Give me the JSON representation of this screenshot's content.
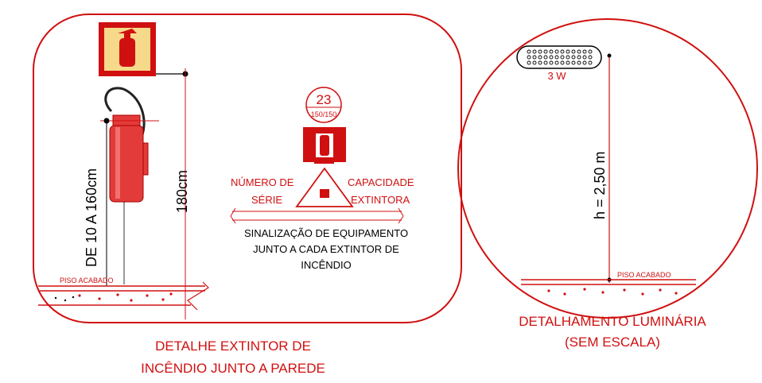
{
  "left_detail": {
    "sign_label_vertical": "DE 10 A 160cm",
    "height_label": "180cm",
    "floor_label": "PISO ACABADO",
    "badge_number": "23",
    "badge_sub": "150/150",
    "numero_label_1": "NÚMERO DE",
    "numero_label_2": "SÉRIE",
    "capacidade_label_1": "CAPACIDADE",
    "capacidade_label_2": "EXTINTORA",
    "note_line_1": "SINALIZAÇÃO DE EQUIPAMENTO",
    "note_line_2": "JUNTO A CADA EXTINTOR DE",
    "note_line_3": "INCÊNDIO",
    "caption_line_1": "DETALHE EXTINTOR DE",
    "caption_line_2": "INCÊNDIO JUNTO A PAREDE"
  },
  "right_detail": {
    "lamp_power": "3 W",
    "height_label": "h = 2,50 m",
    "floor_label": "PISO ACABADO",
    "caption_line_1": "DETALHAMENTO LUMINÁRIA",
    "caption_line_2": "(SEM ESCALA)"
  },
  "colors": {
    "accent": "#d01010",
    "line": "#000000",
    "sign_yellow": "#f6d98a",
    "extinguisher": "#e33a3a"
  }
}
